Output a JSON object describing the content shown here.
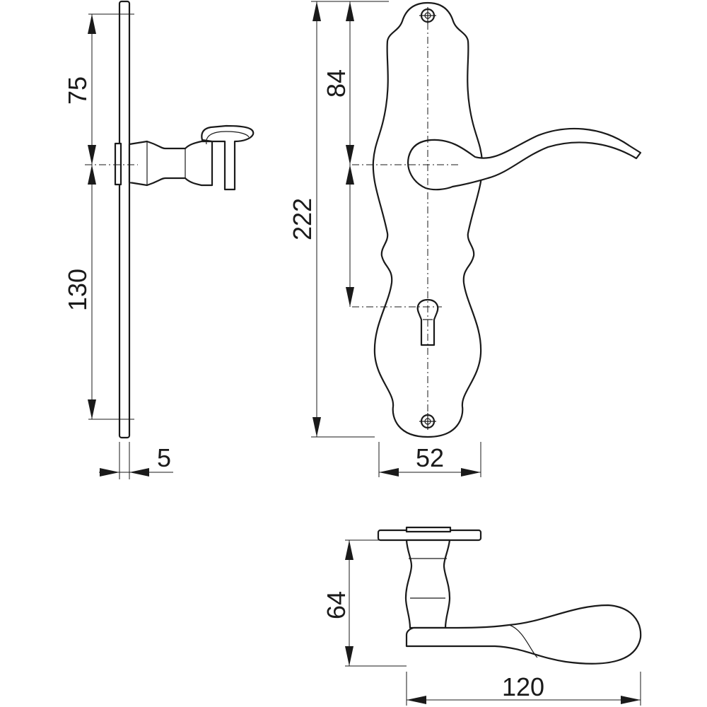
{
  "drawing": {
    "dimensions": {
      "side_upper": "75",
      "side_lower": "130",
      "side_thickness": "5",
      "total_height": "222",
      "spindle_to_top": "84",
      "plate_width": "52",
      "projection": "64",
      "lever_length": "120"
    },
    "line_color": "#1a1a1a",
    "background": "#ffffff"
  }
}
